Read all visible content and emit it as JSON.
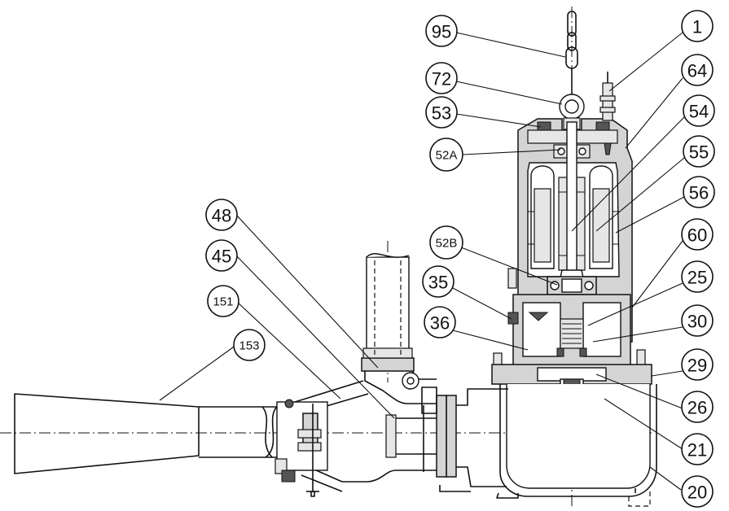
{
  "callouts": [
    {
      "id": "c95",
      "label": "95"
    },
    {
      "id": "c72",
      "label": "72"
    },
    {
      "id": "c53",
      "label": "53"
    },
    {
      "id": "c52a",
      "label": "52A"
    },
    {
      "id": "c48",
      "label": "48"
    },
    {
      "id": "c45",
      "label": "45"
    },
    {
      "id": "c151",
      "label": "151"
    },
    {
      "id": "c153",
      "label": "153"
    },
    {
      "id": "c52b",
      "label": "52B"
    },
    {
      "id": "c35",
      "label": "35"
    },
    {
      "id": "c36",
      "label": "36"
    },
    {
      "id": "c1",
      "label": "1"
    },
    {
      "id": "c64",
      "label": "64"
    },
    {
      "id": "c54",
      "label": "54"
    },
    {
      "id": "c55",
      "label": "55"
    },
    {
      "id": "c56",
      "label": "56"
    },
    {
      "id": "c60",
      "label": "60"
    },
    {
      "id": "c25",
      "label": "25"
    },
    {
      "id": "c30",
      "label": "30"
    },
    {
      "id": "c29",
      "label": "29"
    },
    {
      "id": "c26",
      "label": "26"
    },
    {
      "id": "c21",
      "label": "21"
    },
    {
      "id": "c20",
      "label": "20"
    }
  ]
}
